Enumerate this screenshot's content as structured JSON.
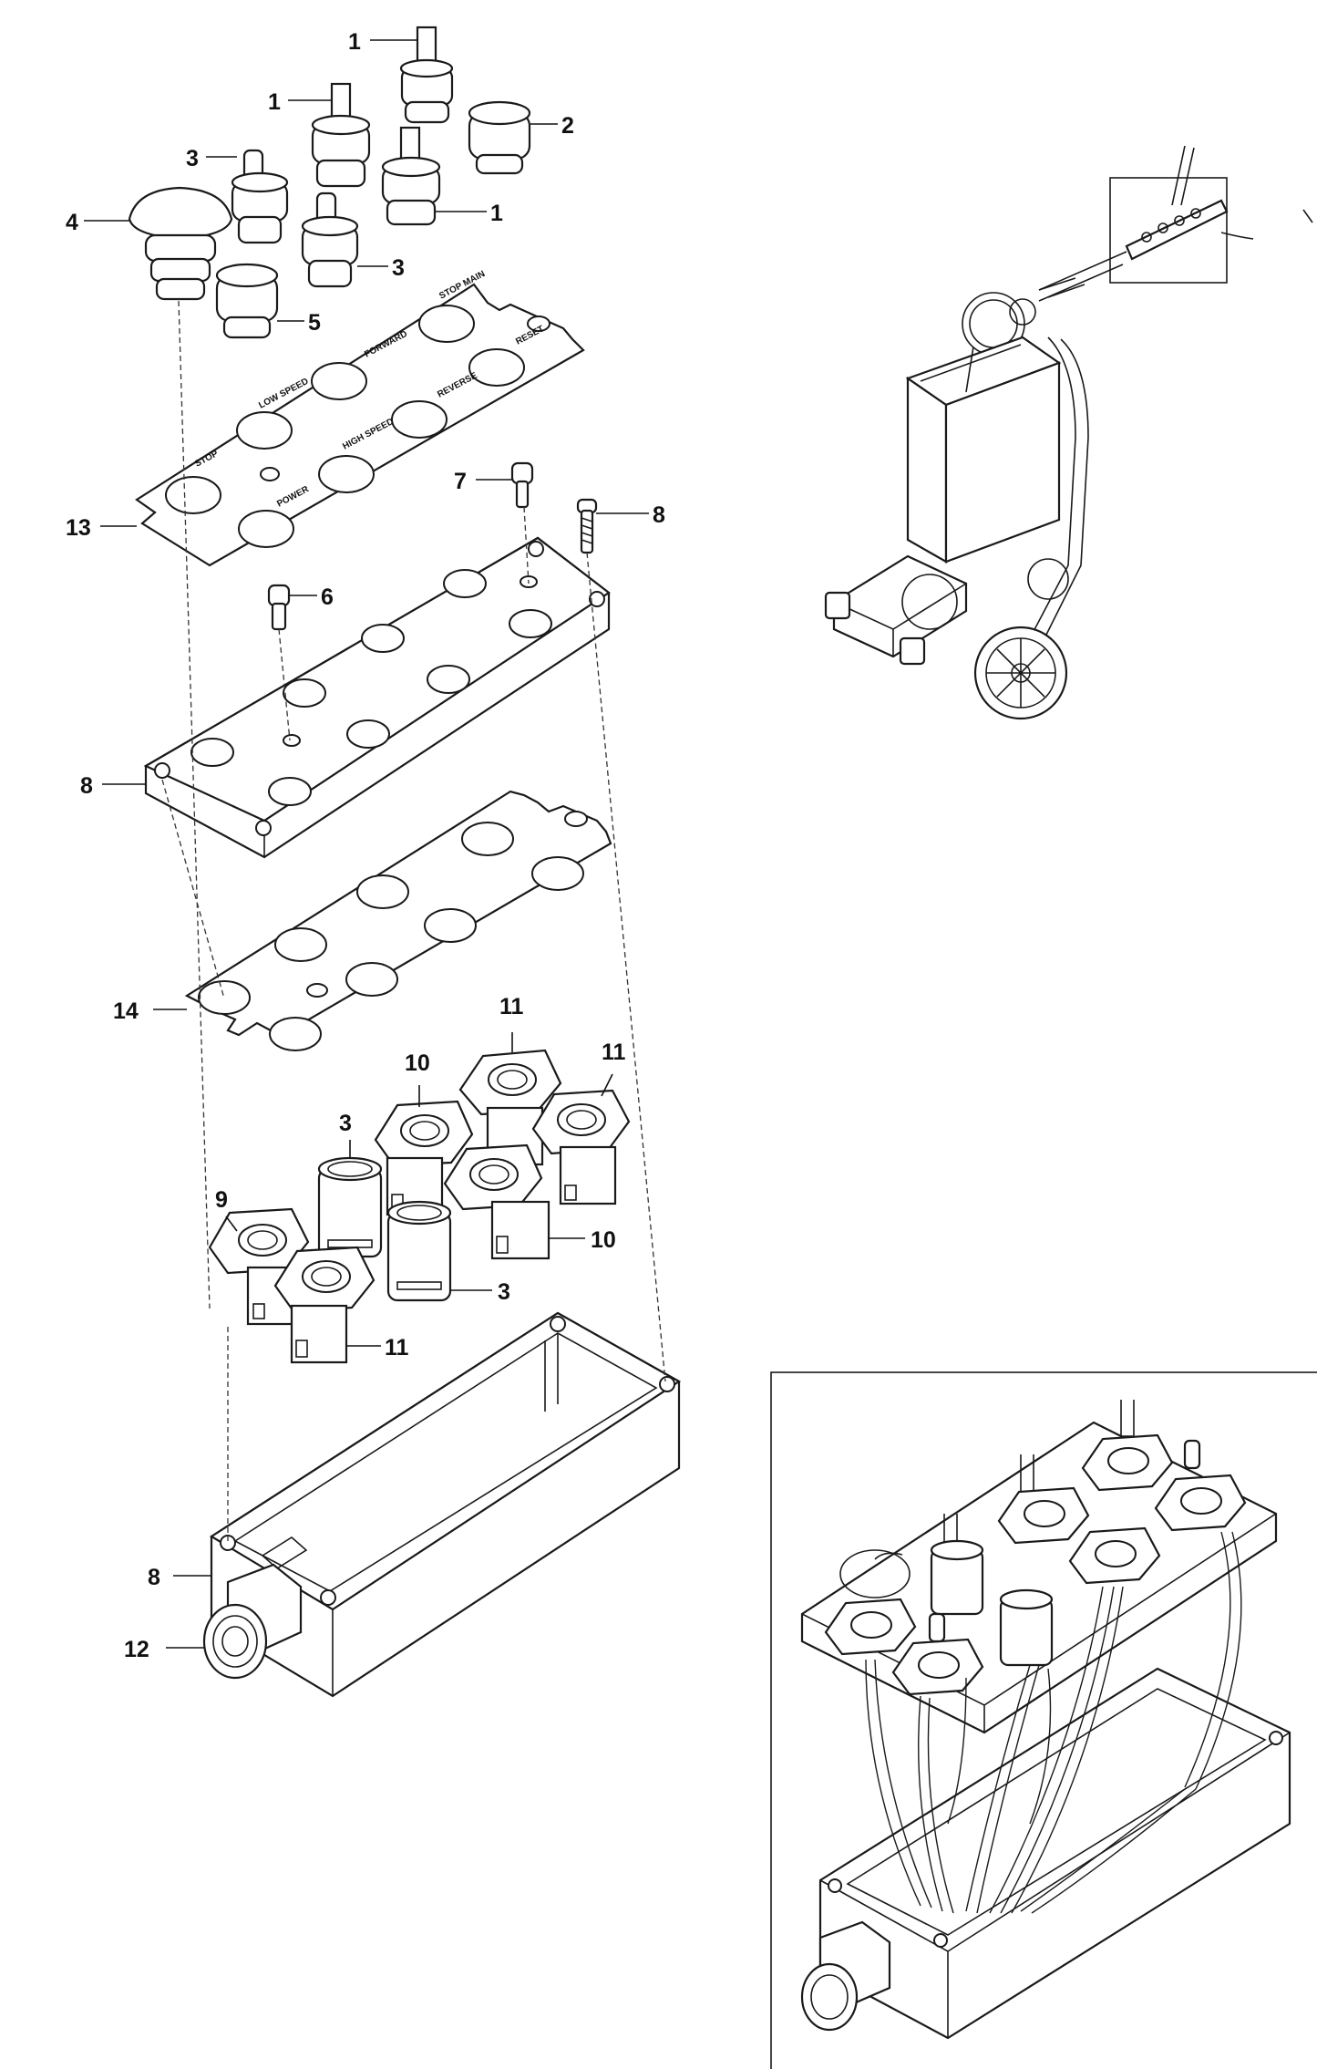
{
  "callouts": [
    {
      "id": "c1a",
      "label": "1"
    },
    {
      "id": "c1b",
      "label": "1"
    },
    {
      "id": "c1c",
      "label": "1"
    },
    {
      "id": "c2",
      "label": "2"
    },
    {
      "id": "c3a",
      "label": "3"
    },
    {
      "id": "c3b",
      "label": "3"
    },
    {
      "id": "c4",
      "label": "4"
    },
    {
      "id": "c5",
      "label": "5"
    },
    {
      "id": "c13",
      "label": "13"
    },
    {
      "id": "c7",
      "label": "7"
    },
    {
      "id": "c8a",
      "label": "8"
    },
    {
      "id": "c6",
      "label": "6"
    },
    {
      "id": "c8b",
      "label": "8"
    },
    {
      "id": "c14",
      "label": "14"
    },
    {
      "id": "c11a",
      "label": "11"
    },
    {
      "id": "c11b",
      "label": "11"
    },
    {
      "id": "c10a",
      "label": "10"
    },
    {
      "id": "c3c",
      "label": "3"
    },
    {
      "id": "c9",
      "label": "9"
    },
    {
      "id": "c10b",
      "label": "10"
    },
    {
      "id": "c3d",
      "label": "3"
    },
    {
      "id": "c11c",
      "label": "11"
    },
    {
      "id": "c8c",
      "label": "8"
    },
    {
      "id": "c12",
      "label": "12"
    }
  ],
  "legend_labels": {
    "stop": "STOP",
    "power": "POWER",
    "low_speed": "LOW SPEED",
    "high_speed": "HIGH SPEED",
    "forward": "FORWARD",
    "reverse": "REVERSE",
    "stop_main": "STOP MAIN",
    "reset": "RESET"
  }
}
